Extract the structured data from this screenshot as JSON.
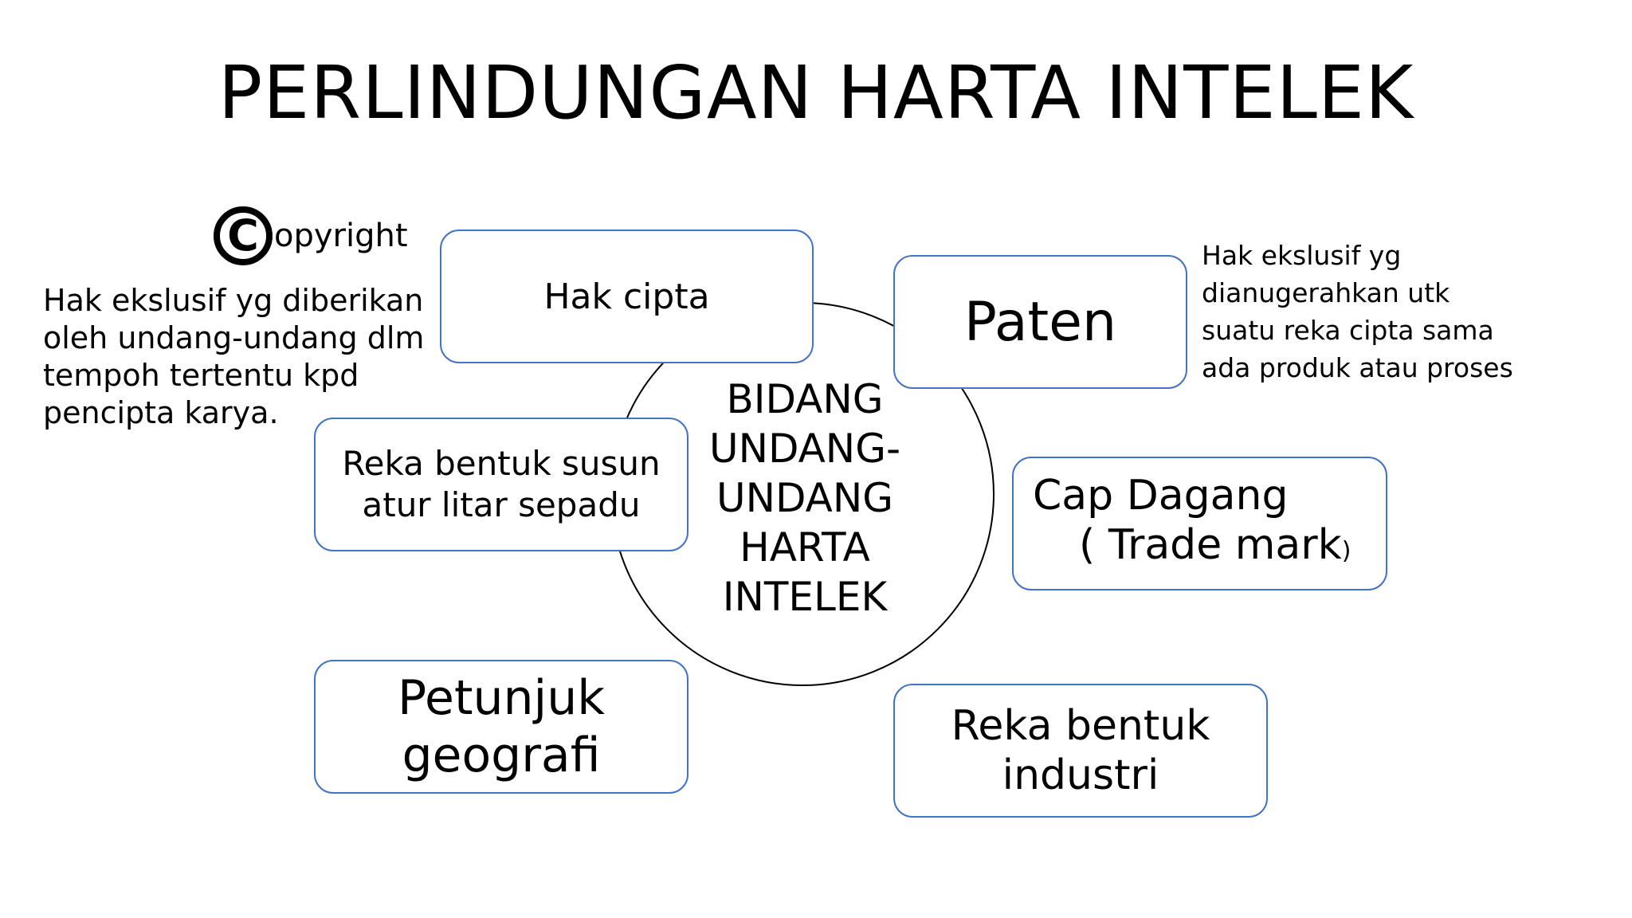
{
  "title": "PERLINDUNGAN HARTA INTELEK",
  "center": {
    "lines": [
      "BIDANG",
      "UNDANG-",
      "UNDANG",
      "HARTA",
      "INTELEK"
    ]
  },
  "boxes": {
    "hak_cipta": "Hak cipta",
    "paten": "Paten",
    "reka_bentuk_susun": "Reka bentuk susun\natur litar sepadu",
    "cap_dagang_line1": "Cap Dagang",
    "cap_dagang_line2": "( Trade mark",
    "cap_dagang_paren": ")",
    "petunjuk": "Petunjuk\ngeografi",
    "reka_bentuk_industri": "Reka bentuk\nindustri"
  },
  "copyright_logo": {
    "symbol": "C",
    "word": "opyright"
  },
  "notes": {
    "copyright": "Hak ekslusif yg diberikan\noleh undang-undang dlm\ntempoh tertentu kpd\npencipta karya.",
    "paten": "Hak ekslusif yg\ndianugerahkan utk\nsuatu reka cipta sama\nada produk atau proses"
  },
  "colors": {
    "box_border": "#4472c4",
    "circle_stroke": "#000000",
    "text": "#000000"
  }
}
